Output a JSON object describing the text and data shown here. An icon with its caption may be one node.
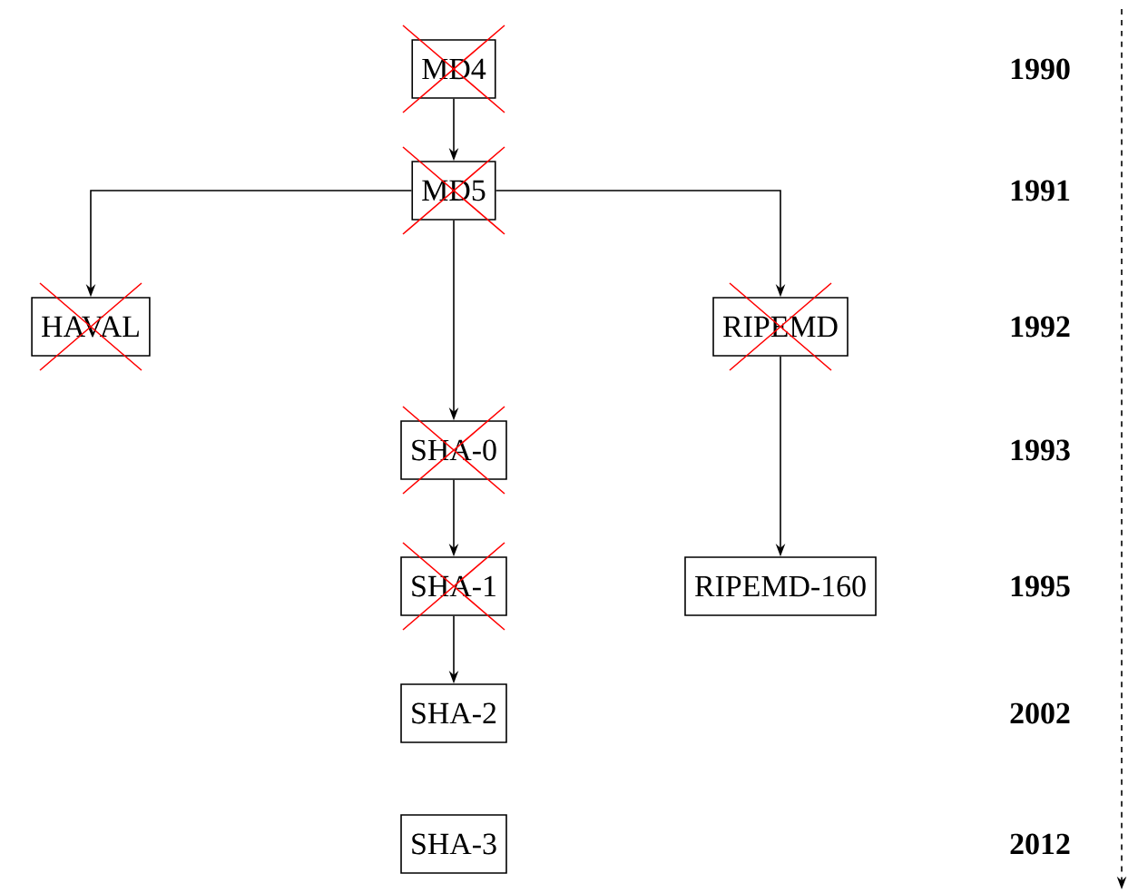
{
  "diagram": {
    "nodes": [
      {
        "text": [
          "MD4"
        ]
      },
      {
        "text": [
          "MD5"
        ]
      },
      {
        "text": [
          "HAVAL"
        ]
      },
      {
        "text": [
          "RIPEMD"
        ]
      },
      {
        "text": [
          "SHA-0"
        ]
      },
      {
        "text": [
          "SHA-1"
        ]
      },
      {
        "text": [
          "RIPEMD-160"
        ]
      },
      {
        "text": [
          "SHA-2"
        ]
      },
      {
        "text": [
          "SHA-3"
        ]
      }
    ],
    "edges": [
      {
        "from": 0,
        "to": 1,
        "arrow": "to"
      },
      {
        "from": 1,
        "to": 2,
        "arrow": "to"
      },
      {
        "from": 1,
        "to": 4,
        "arrow": "to"
      },
      {
        "from": 1,
        "to": 3,
        "arrow": "to"
      },
      {
        "from": 4,
        "to": 5,
        "arrow": "to"
      },
      {
        "from": 5,
        "to": 7,
        "arrow": "to"
      },
      {
        "from": 3,
        "to": 6,
        "arrow": "to"
      }
    ],
    "labels": [
      "1990",
      "1991",
      "1992",
      "1993",
      "1995",
      "2002",
      "2012"
    ]
  }
}
